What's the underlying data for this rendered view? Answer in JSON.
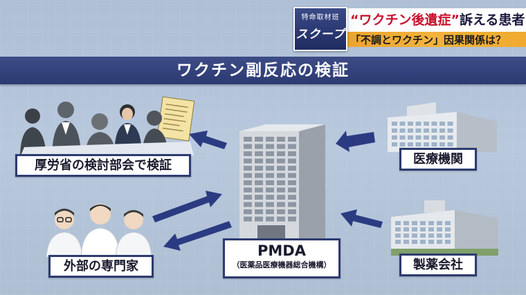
{
  "banner": {
    "badge_line1": "特命取材班",
    "badge_line2": "スクープ",
    "headline_highlight": "“ワクチン後遺症”",
    "headline_rest": "訴える患者たち",
    "subheadline": "「不調とワクチン」因果関係は？"
  },
  "diagram": {
    "title": "ワクチン副反応の検証",
    "nodes": {
      "mhlw": "厚労省の検討部会で検証",
      "hospital": "医療機関",
      "experts": "外部の専門家",
      "pharma": "製薬会社",
      "pmda_name": "PMDA",
      "pmda_full": "（医薬品医療機器総合機構）"
    },
    "arrows": [
      {
        "from": "hospital",
        "to": "pmda"
      },
      {
        "from": "pharma",
        "to": "pmda"
      },
      {
        "from": "pmda",
        "to": "mhlw"
      },
      {
        "from": "experts",
        "to": "pmda"
      },
      {
        "from": "pmda",
        "to": "experts"
      }
    ]
  },
  "colors": {
    "navy": "#2d3b70",
    "arrow": "#2b3b82",
    "headline_red": "#c8102e",
    "subheadline_orange": "#f0aa2f"
  }
}
